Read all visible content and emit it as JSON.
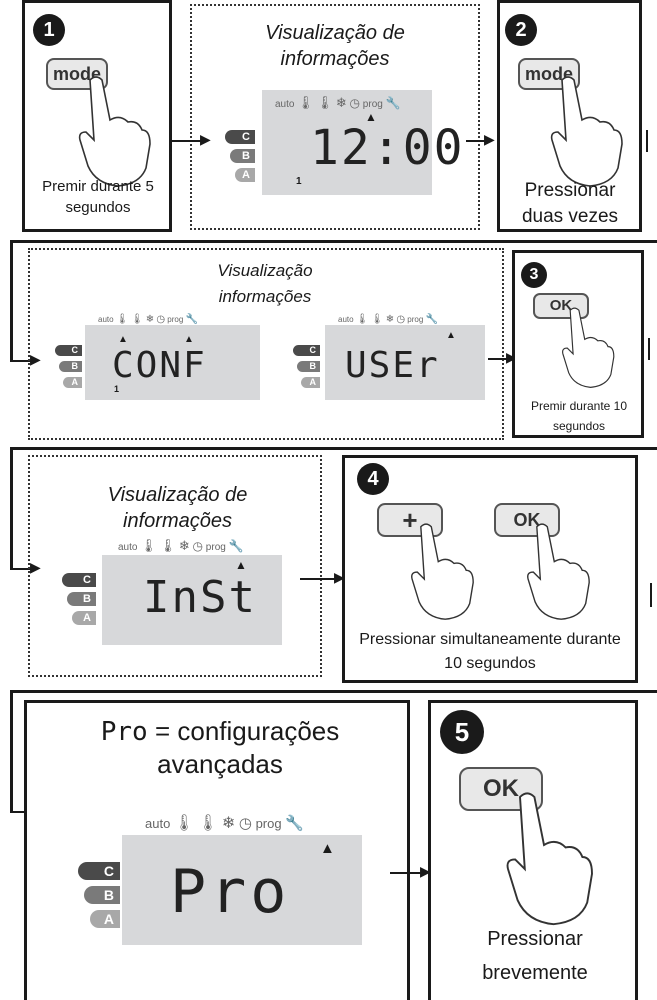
{
  "step1": {
    "number": "1",
    "button": "mode",
    "caption": "Premir durante 5 segundos"
  },
  "display1": {
    "title": "Visualização de informações",
    "readout": "12:00",
    "sub": "1"
  },
  "step2": {
    "number": "2",
    "button": "mode",
    "caption": "Pressionar duas vezes"
  },
  "display2": {
    "title": "Visualização informações",
    "readout_a": "CONF",
    "readout_b": "USEr",
    "sub": "1"
  },
  "step3": {
    "number": "3",
    "button": "OK",
    "caption": "Premir durante 10 segundos"
  },
  "display3": {
    "title": "Visualização de informações",
    "readout": "InSt"
  },
  "step4": {
    "number": "4",
    "button_plus": "+",
    "button_ok": "OK",
    "caption": "Pressionar simultaneamente durante 10 segundos"
  },
  "display4": {
    "title_code": "Pro",
    "title_rest": "= configurações avançadas",
    "readout": "Pro"
  },
  "step5": {
    "number": "5",
    "button": "OK",
    "caption": "Pressionar brevemente"
  },
  "lcd": {
    "icon_auto": "auto",
    "icon_prog": "prog",
    "bar_c": "C",
    "bar_b": "B",
    "bar_a": "A"
  },
  "colors": {
    "line": "#1a1a1a",
    "lcd_bg": "#d7d8da",
    "bar_c": "#4a4a4a",
    "bar_b": "#7a7a7a",
    "bar_a": "#a8a8a8"
  }
}
